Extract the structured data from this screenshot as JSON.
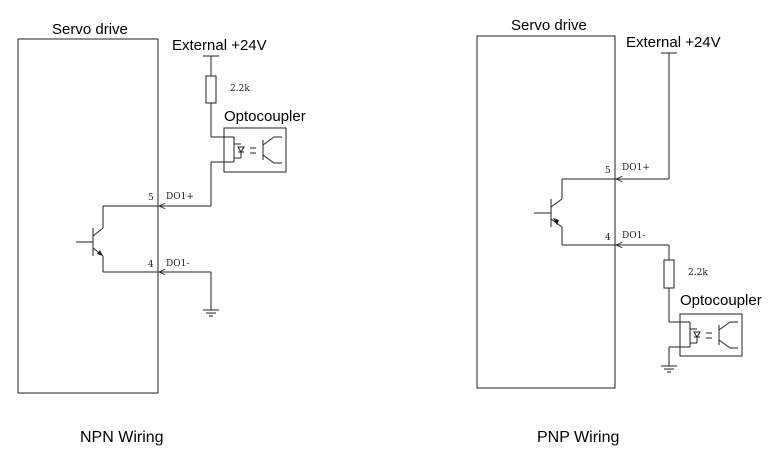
{
  "left": {
    "drive_label": "Servo drive",
    "external_label": "External +24V",
    "resistor_label": "2.2k",
    "optocoupler_label": "Optocoupler",
    "pin5": "5",
    "pin5_name": "DO1+",
    "pin4": "4",
    "pin4_name": "DO1-",
    "caption": "NPN Wiring"
  },
  "right": {
    "drive_label": "Servo drive",
    "external_label": "External +24V",
    "resistor_label": "2.2k",
    "optocoupler_label": "Optocoupler",
    "pin5": "5",
    "pin5_name": "DO1+",
    "pin4": "4",
    "pin4_name": "DO1-",
    "caption": "PNP Wiring"
  }
}
